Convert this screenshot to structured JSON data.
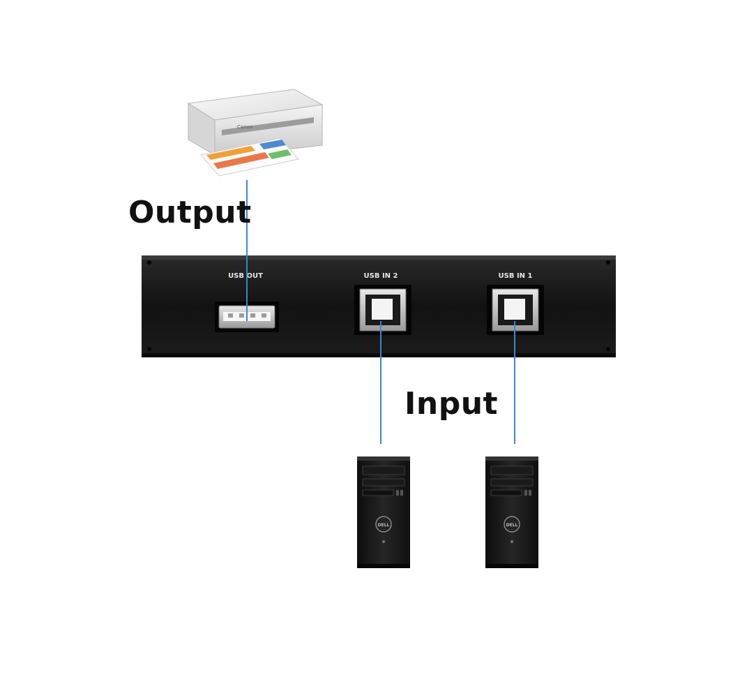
{
  "labels": {
    "output": "Output",
    "input": "Input"
  },
  "ports": [
    {
      "id": "usb-out",
      "label": "USB OUT",
      "kind": "type-a"
    },
    {
      "id": "usb-in-2",
      "label": "USB IN 2",
      "kind": "type-b"
    },
    {
      "id": "usb-in-1",
      "label": "USB IN  1",
      "kind": "type-b"
    }
  ],
  "printer": {
    "brand": "Canon"
  },
  "computers": [
    {
      "id": "computer-left",
      "brand": "DELL"
    },
    {
      "id": "computer-right",
      "brand": "DELL"
    }
  ],
  "colors": {
    "cable": "#3a86d4",
    "switch_body": "#141414",
    "background": "#ffffff",
    "text": "#111111"
  }
}
